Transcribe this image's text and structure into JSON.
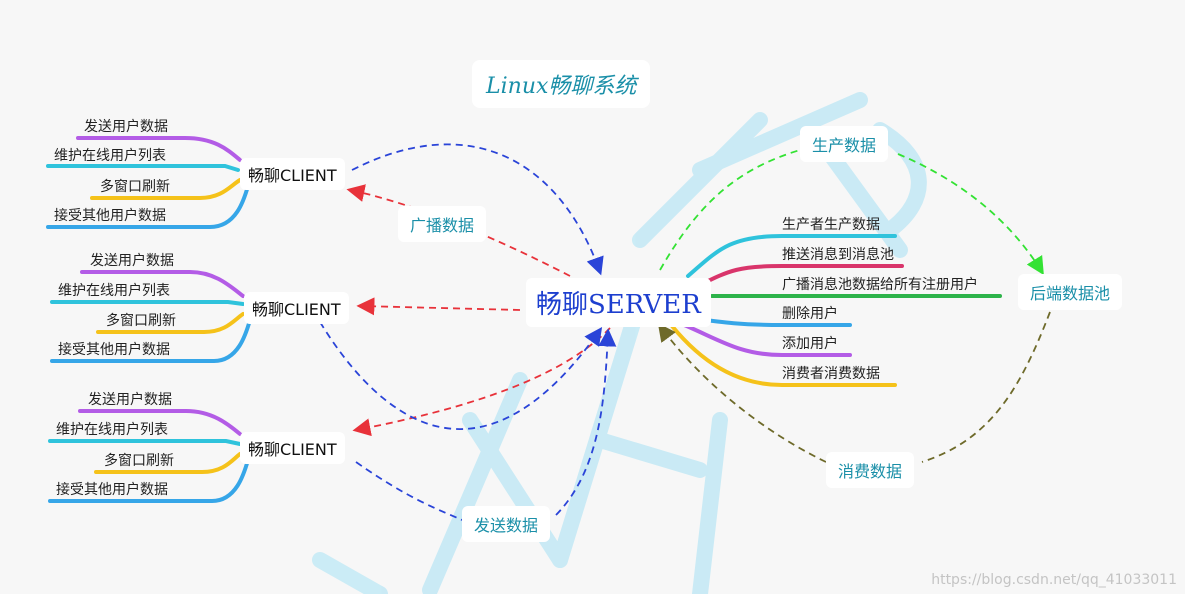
{
  "title": "Linux畅聊系统",
  "server": "畅聊SERVER",
  "clients": [
    {
      "label": "畅聊CLIENT",
      "items": [
        "发送用户数据",
        "维护在线用户列表",
        "多窗口刷新",
        "接受其他用户数据"
      ]
    },
    {
      "label": "畅聊CLIENT",
      "items": [
        "发送用户数据",
        "维护在线用户列表",
        "多窗口刷新",
        "接受其他用户数据"
      ]
    },
    {
      "label": "畅聊CLIENT",
      "items": [
        "发送用户数据",
        "维护在线用户列表",
        "多窗口刷新",
        "接受其他用户数据"
      ]
    }
  ],
  "server_items": [
    "生产者生产数据",
    "推送消息到消息池",
    "广播消息池数据给所有注册用户",
    "删除用户",
    "添加用户",
    "消费者消费数据"
  ],
  "edge_labels": {
    "broadcast": "广播数据",
    "send": "发送数据",
    "produce": "生产数据",
    "consume": "消费数据",
    "pool": "后端数据池"
  },
  "watermark": "https://blog.csdn.net/qq_41033011",
  "colors": {
    "purple": "#b35ce6",
    "cyan": "#2fc3dc",
    "yellow": "#f5c21a",
    "blue": "#36a6e8",
    "pink": "#d9356b",
    "green": "#2db34a",
    "dash_blue": "#2a44d8",
    "dash_red": "#e8323a",
    "dash_green": "#33e233",
    "dash_olive": "#6e6a2a"
  }
}
